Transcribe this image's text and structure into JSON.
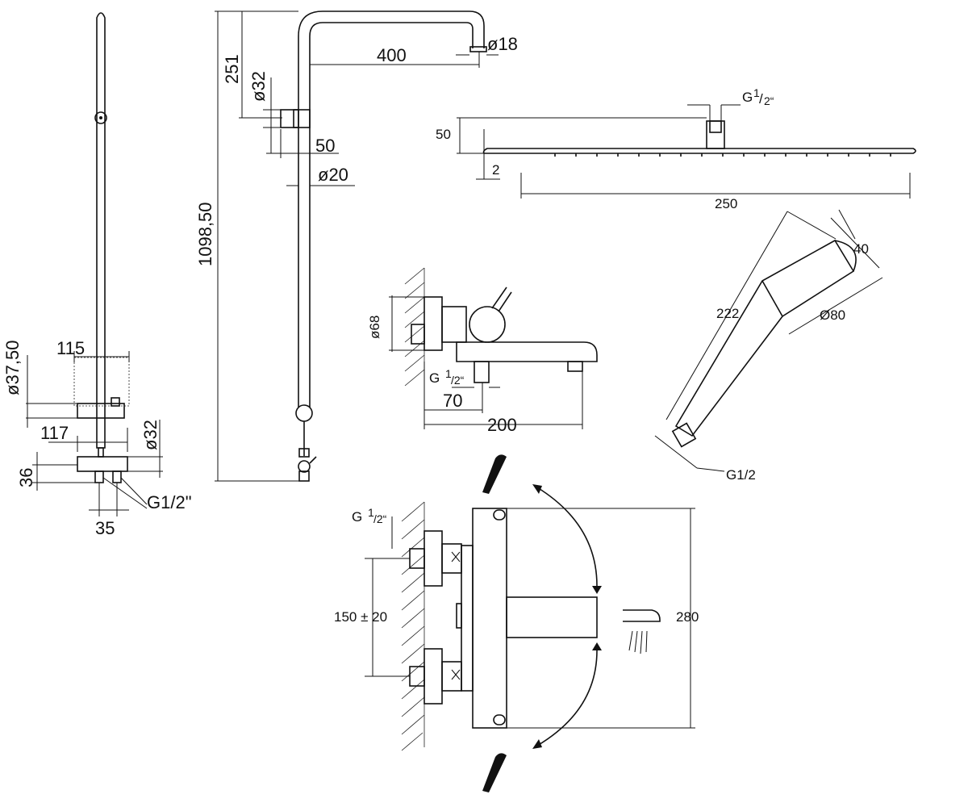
{
  "shower_column": {
    "dim_height": "1098,50",
    "dim_arm_drop": "251",
    "dim_arm_length": "400",
    "dim_outlet": "ø18",
    "dim_bracket_dia": "ø32",
    "dim_bracket_depth": "50",
    "dim_pipe_dia": "ø20"
  },
  "side_column": {
    "dim_holder_dia": "ø37,50",
    "dim_holder_width": "115",
    "dim_mixer_width": "117",
    "dim_mixer_dia": "ø32",
    "dim_mixer_height": "36",
    "dim_inlet_spacing": "35",
    "dim_thread": "G1/2\""
  },
  "head_shower": {
    "dim_height": "50",
    "dim_plate": "2",
    "dim_width": "250",
    "dim_thread_prefix": "G",
    "dim_thread_num": "1",
    "dim_thread_den": "/",
    "dim_thread_tail": "2“"
  },
  "hand_shower": {
    "dim_length": "222",
    "dim_head_depth": "40",
    "dim_head_dia": "Ø80",
    "dim_thread": "G1/2"
  },
  "bath_mixer": {
    "dim_body_dia": "ø68",
    "dim_thread_prefix": "G",
    "dim_thread_num": "1",
    "dim_thread_tail": "/2“",
    "dim_offset": "70",
    "dim_spout_length": "200"
  },
  "wall_mixer": {
    "dim_thread_prefix": "G",
    "dim_thread_num": "1",
    "dim_thread_tail": "/2“",
    "dim_inlet_spacing": "150 ± 20",
    "dim_height": "280"
  }
}
